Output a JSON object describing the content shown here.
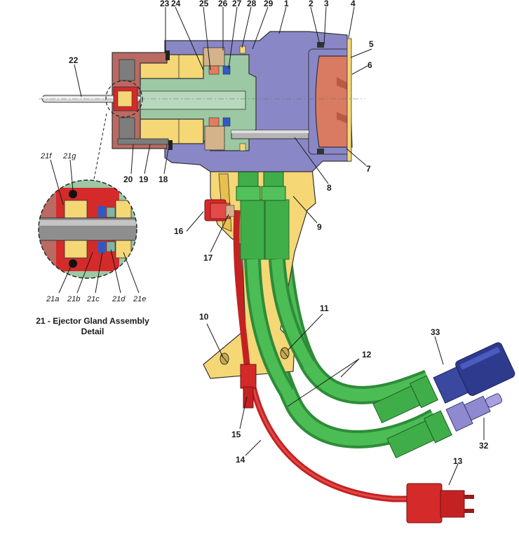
{
  "caption": {
    "line1": "21 - Ejector Gland Assembly",
    "line2": "Detail"
  },
  "callouts": {
    "c1": "1",
    "c2": "2",
    "c3": "3",
    "c4": "4",
    "c5": "5",
    "c6": "6",
    "c7": "7",
    "c8": "8",
    "c9": "9",
    "c10": "10",
    "c11": "11",
    "c12": "12",
    "c13": "13",
    "c14": "14",
    "c15": "15",
    "c16": "16",
    "c17": "17",
    "c18": "18",
    "c19": "19",
    "c20": "20",
    "c22": "22",
    "c23": "23",
    "c24": "24",
    "c25": "25",
    "c26": "26",
    "c27": "27",
    "c28": "28",
    "c29": "29",
    "c32": "32",
    "c33": "33"
  },
  "detail_callouts": {
    "c21a": "21a",
    "c21b": "21b",
    "c21c": "21c",
    "c21d": "21d",
    "c21e": "21e",
    "c21f": "21f",
    "c21g": "21g"
  },
  "colors": {
    "body_purple": "#8a87c7",
    "piston_green": "#9cc8a4",
    "hose_green": "#3fae49",
    "handle_yellow": "#f5d776",
    "red": "#d42a2a",
    "cap_brown": "#b96a62",
    "coupler_navy": "#2e3a8c",
    "plug_lavender": "#8f8ad0"
  }
}
